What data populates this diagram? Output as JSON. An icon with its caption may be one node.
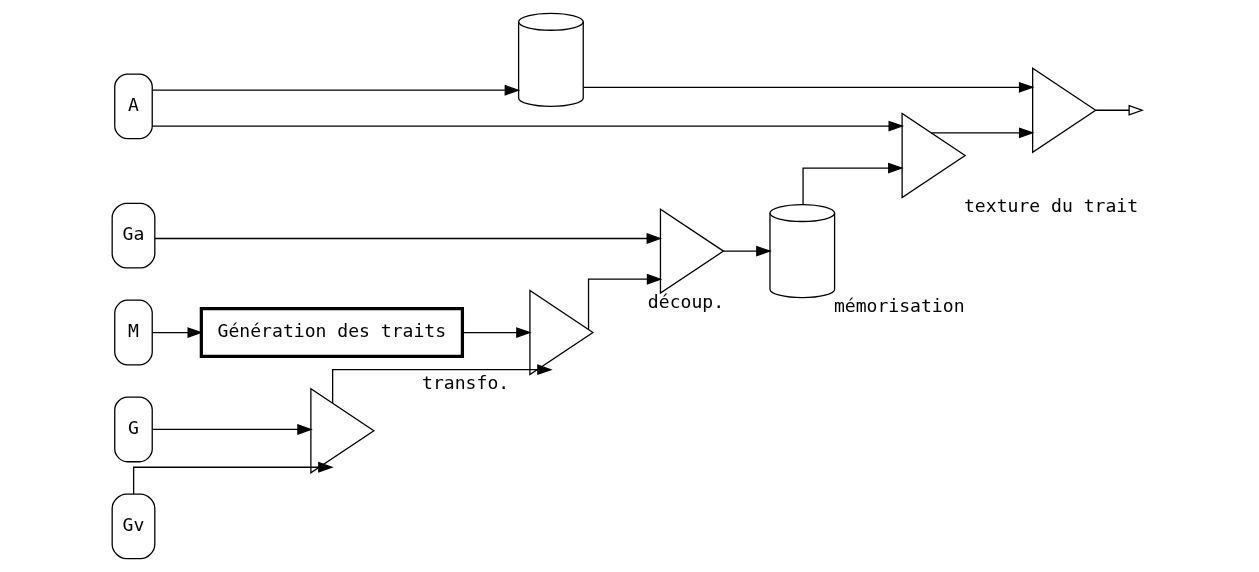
{
  "diagram": {
    "nodes": [
      {
        "text": [
          "M"
        ]
      },
      {
        "text": [
          "G"
        ]
      },
      {
        "text": [
          "Gv"
        ]
      },
      {
        "text": [
          "Ga"
        ]
      },
      {
        "text": [
          "A"
        ]
      },
      {
        "text": [
          "Génération des traits"
        ]
      },
      {
        "text": [],
        "shape": "triangle"
      },
      {
        "text": [],
        "shape": "triangle",
        "beside": [
          "transfo."
        ]
      },
      {
        "text": [],
        "shape": "triangle",
        "beside": [
          "découp."
        ]
      },
      {
        "text": [],
        "shape": "cylinder",
        "beside": [
          "mémorisation"
        ]
      },
      {
        "text": [],
        "shape": "triangle",
        "beside": [
          "texture du trait"
        ]
      },
      {
        "text": [],
        "shape": "cylinder"
      },
      {
        "text": [],
        "shape": "triangle"
      }
    ],
    "edges": [
      {
        "from": 0,
        "to": 5,
        "arrow": "to"
      },
      {
        "from": 5,
        "to": 7,
        "arrow": "to"
      },
      {
        "from": 1,
        "to": 6,
        "arrow": "to"
      },
      {
        "from": 2,
        "to": 6,
        "arrow": "to"
      },
      {
        "from": 6,
        "to": 7,
        "arrow": "to"
      },
      {
        "from": 7,
        "to": 8,
        "arrow": "to"
      },
      {
        "from": 3,
        "to": 8,
        "arrow": "to"
      },
      {
        "from": 8,
        "to": 9,
        "arrow": "to"
      },
      {
        "from": 9,
        "to": 10,
        "arrow": "to"
      },
      {
        "from": 4,
        "to": 10,
        "arrow": "to"
      },
      {
        "from": 4,
        "to": 11,
        "arrow": "to"
      },
      {
        "from": 10,
        "to": 12,
        "arrow": "to"
      },
      {
        "from": 11,
        "to": 12,
        "arrow": "to"
      },
      {
        "from": 12,
        "to": null,
        "arrow": "to"
      }
    ]
  }
}
